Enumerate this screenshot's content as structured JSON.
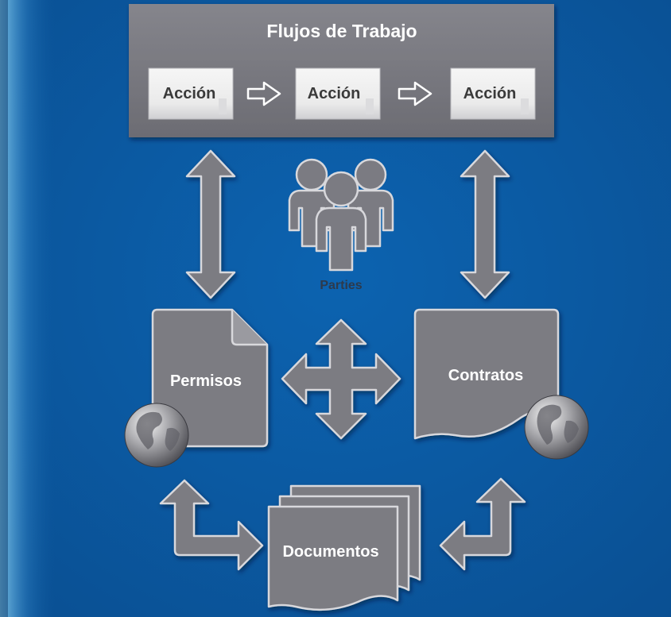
{
  "workflow": {
    "title": "Flujos de Trabajo",
    "actions": [
      "Acción",
      "Acción",
      "Acción"
    ]
  },
  "parties_label": "Parties",
  "permisos_label": "Permisos",
  "contratos_label": "Contratos",
  "documentos_label": "Documentos",
  "colors": {
    "background": "#0a5aa2",
    "box_fill": "#7b7b82",
    "action_fill": "#f2f2f2",
    "text_light": "#ffffff",
    "text_dark": "#3a3a3a",
    "parties_text": "#2d3a4c"
  },
  "icons": [
    "people-group-icon",
    "globe-icon",
    "document-icon",
    "arrow-icon"
  ]
}
